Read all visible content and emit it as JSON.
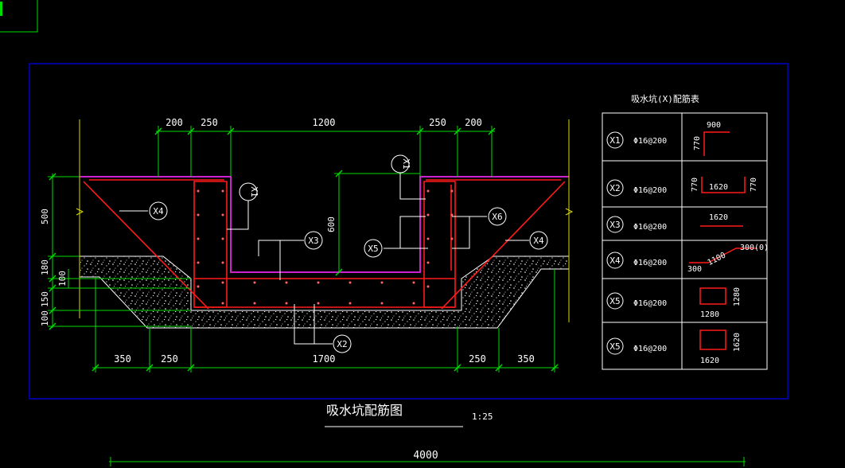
{
  "colors": {
    "background": "#000000",
    "frame": "#0000cc",
    "dimension": "#00dd00",
    "rebar": "#ff1a1a",
    "pit_lining": "#cc22cc",
    "concrete": "#ffffff",
    "leader": "#ffffff",
    "text": "#ffffff"
  },
  "drawing": {
    "title": "吸水坑配筋图",
    "scale": "1:25",
    "overall_dimension": "4000"
  },
  "dimensions": {
    "top": [
      "200",
      "250",
      "1200",
      "250",
      "200"
    ],
    "bottom": [
      "350",
      "250",
      "1700",
      "250",
      "350"
    ],
    "left_vertical": [
      "500",
      "180",
      "100",
      "150",
      "100"
    ],
    "inner_depth": "600"
  },
  "callouts": [
    "X1",
    "X1",
    "X2",
    "X3",
    "X4",
    "X4",
    "X5",
    "X6"
  ],
  "schedule": {
    "title": "吸水坑(X)配筋表",
    "rows": [
      {
        "mark": "X1",
        "spec": "Φ16@200",
        "dims": [
          "900",
          "770"
        ]
      },
      {
        "mark": "X2",
        "spec": "Φ16@200",
        "dims": [
          "770",
          "1620",
          "770"
        ]
      },
      {
        "mark": "X3",
        "spec": "Φ16@200",
        "dims": [
          "1620"
        ]
      },
      {
        "mark": "X4",
        "spec": "Φ16@200",
        "dims": [
          "300",
          "1100",
          "300(0)"
        ]
      },
      {
        "mark": "X5",
        "spec": "Φ16@200",
        "dims": [
          "1280",
          "1280"
        ]
      },
      {
        "mark": "X5",
        "spec": "Φ16@200",
        "dims": [
          "1620",
          "1620"
        ]
      }
    ]
  }
}
